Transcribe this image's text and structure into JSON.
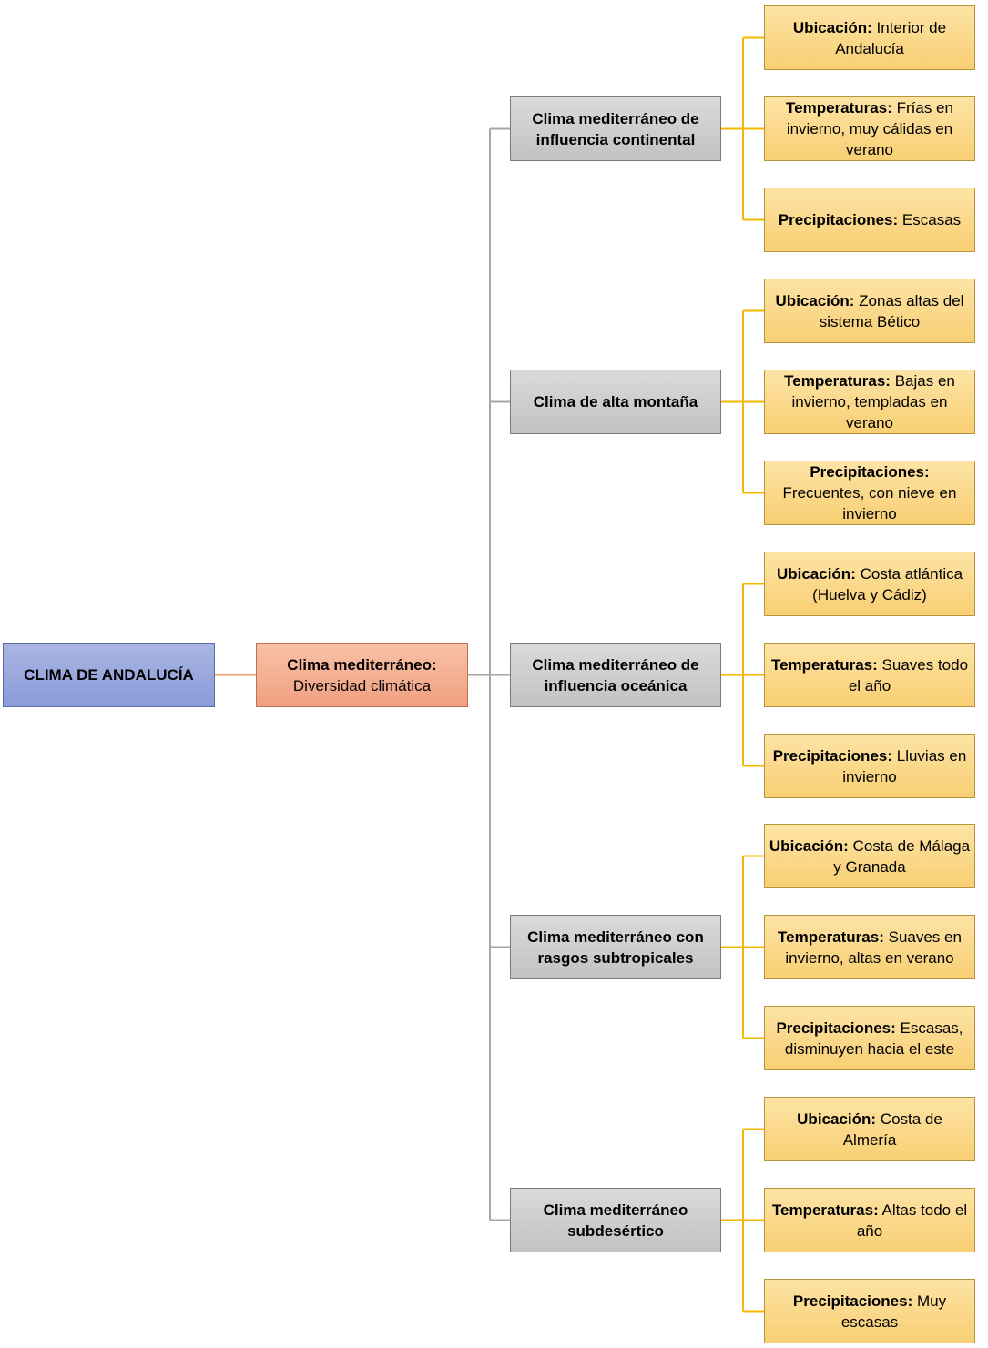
{
  "root": {
    "label": "CLIMA DE ANDALUCÍA"
  },
  "sub": {
    "title": "Clima mediterráneo:",
    "subtitle": "Diversidad climática"
  },
  "categories": [
    {
      "label": "Clima mediterráneo de influencia continental",
      "details": [
        {
          "key": "Ubicación:",
          "value": "Interior de Andalucía"
        },
        {
          "key": "Temperaturas:",
          "value": "Frías en invierno, muy cálidas en verano"
        },
        {
          "key": "Precipitaciones:",
          "value": "Escasas"
        }
      ]
    },
    {
      "label": "Clima de alta montaña",
      "details": [
        {
          "key": "Ubicación:",
          "value": "Zonas altas del sistema Bético"
        },
        {
          "key": "Temperaturas:",
          "value": "Bajas en invierno, templadas en verano"
        },
        {
          "key": "Precipitaciones:",
          "value": "Frecuentes, con nieve en invierno"
        }
      ]
    },
    {
      "label": "Clima mediterráneo de influencia oceánica",
      "details": [
        {
          "key": "Ubicación:",
          "value": "Costa atlántica (Huelva y Cádiz)"
        },
        {
          "key": "Temperaturas:",
          "value": "Suaves todo el año"
        },
        {
          "key": "Precipitaciones:",
          "value": "Lluvias en invierno"
        }
      ]
    },
    {
      "label": "Clima mediterráneo con rasgos subtropicales",
      "details": [
        {
          "key": "Ubicación:",
          "value": "Costa de Málaga y Granada"
        },
        {
          "key": "Temperaturas:",
          "value": "Suaves en invierno, altas en verano"
        },
        {
          "key": "Precipitaciones:",
          "value": "Escasas, disminuyen hacia el este"
        }
      ]
    },
    {
      "label": "Clima mediterráneo subdesértico",
      "details": [
        {
          "key": "Ubicación:",
          "value": "Costa de Almería"
        },
        {
          "key": "Temperaturas:",
          "value": "Altas todo el año"
        },
        {
          "key": "Precipitaciones:",
          "value": "Muy escasas"
        }
      ]
    }
  ],
  "colors": {
    "root_connector": "#f0a070",
    "category_connector": "#a6a6a6",
    "detail_connector": "#f5b800"
  }
}
